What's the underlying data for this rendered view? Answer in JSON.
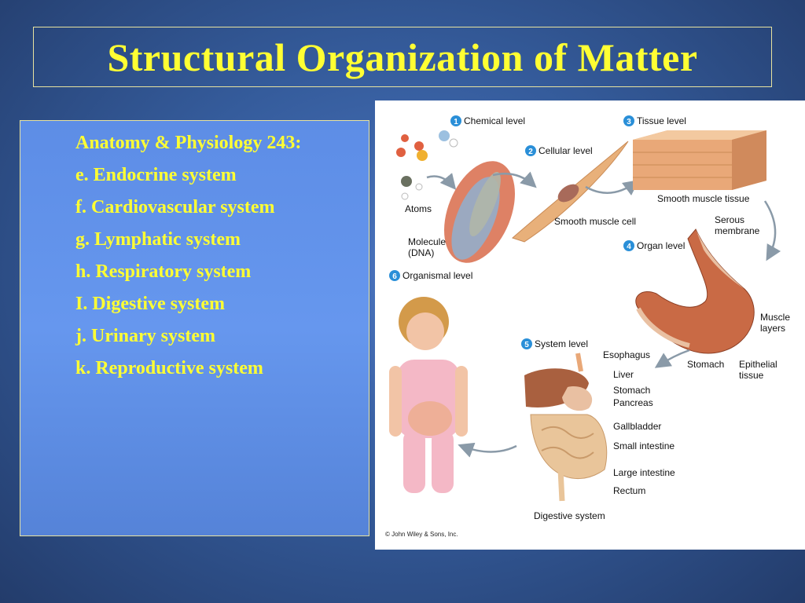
{
  "slide": {
    "title": "Structural Organization of Matter"
  },
  "list": {
    "heading": "Anatomy & Physiology 243:",
    "items": [
      "e.  Endocrine system",
      "f.  Cardiovascular system",
      "g.  Lymphatic system",
      "h.  Respiratory system",
      "I.  Digestive system",
      "j.  Urinary system",
      "k. Reproductive system"
    ]
  },
  "figure": {
    "levels": {
      "chemical": {
        "num": "1",
        "label": "Chemical level"
      },
      "cellular": {
        "num": "2",
        "label": "Cellular level"
      },
      "tissue": {
        "num": "3",
        "label": "Tissue level"
      },
      "organ": {
        "num": "4",
        "label": "Organ level"
      },
      "system": {
        "num": "5",
        "label": "System level"
      },
      "organismal": {
        "num": "6",
        "label": "Organismal level"
      }
    },
    "labels": {
      "atoms": "Atoms",
      "molecule_line1": "Molecule",
      "molecule_line2": "(DNA)",
      "smooth_muscle_cell": "Smooth muscle cell",
      "smooth_muscle_tissue": "Smooth muscle tissue",
      "serous_line1": "Serous",
      "serous_line2": "membrane",
      "muscle_line1": "Muscle",
      "muscle_line2": "layers",
      "stomach_organ": "Stomach",
      "epithelial_line1": "Epithelial",
      "epithelial_line2": "tissue",
      "esophagus": "Esophagus",
      "liver": "Liver",
      "stomach": "Stomach",
      "pancreas": "Pancreas",
      "gallbladder": "Gallbladder",
      "small_intestine": "Small intestine",
      "large_intestine": "Large intestine",
      "rectum": "Rectum",
      "digestive_system": "Digestive system",
      "copyright": "© John Wiley & Sons, Inc."
    },
    "colors": {
      "level_badge": "#2a8fd8",
      "muscle": "#e8b07a",
      "stomach": "#c96a45",
      "skin": "#f2c4a6",
      "dress": "#f4b8c6"
    }
  }
}
